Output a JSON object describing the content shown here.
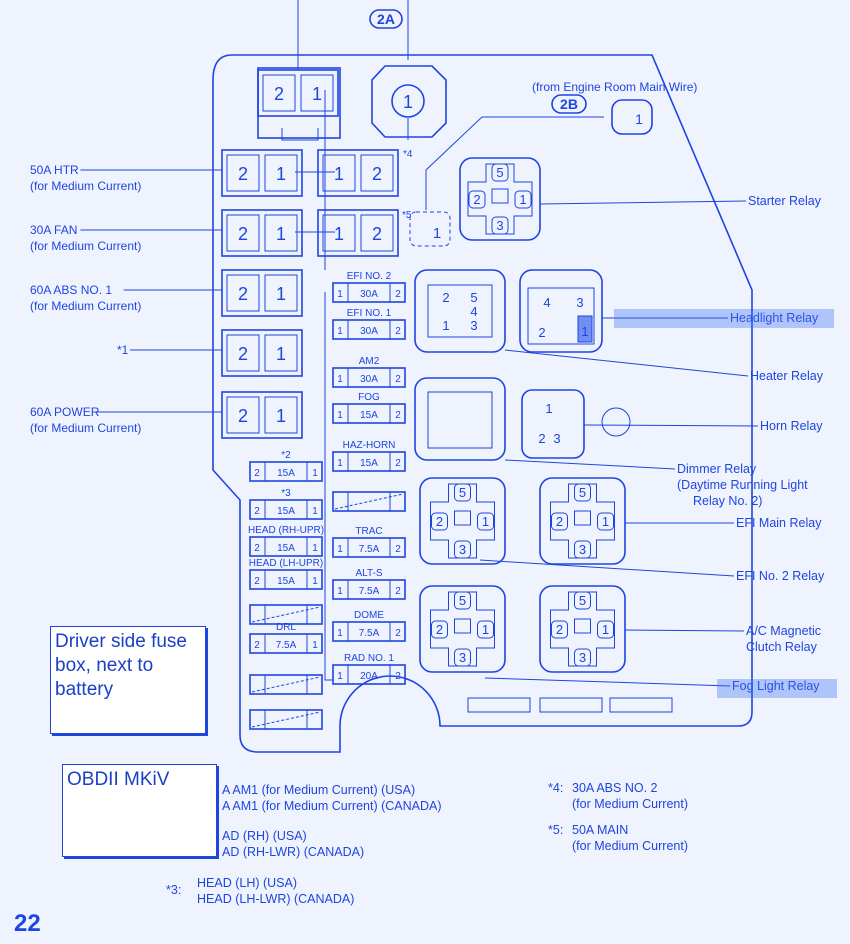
{
  "connectors": {
    "top": "2A",
    "side": "2B",
    "side_caption": "(from Engine Room Main Wire)",
    "pin": "1"
  },
  "left_labels": [
    {
      "name": "50A HTR",
      "sub": "(for Medium Current)"
    },
    {
      "name": "30A FAN",
      "sub": "(for Medium Current)"
    },
    {
      "name": "60A ABS NO. 1",
      "sub": "(for Medium Current)"
    },
    {
      "name": "*1",
      "sub": ""
    },
    {
      "name": "60A POWER",
      "sub": "(for Medium Current)"
    }
  ],
  "big_fuse_pins": [
    "2",
    "1"
  ],
  "star4": "*4",
  "star5": "*5",
  "right_fuses": [
    {
      "label": "EFI NO. 2",
      "amp": "30A"
    },
    {
      "label": "EFI NO. 1",
      "amp": "30A"
    },
    {
      "label": "AM2",
      "amp": "30A"
    },
    {
      "label": "FOG",
      "amp": "15A"
    },
    {
      "label": "HAZ-HORN",
      "amp": "15A"
    },
    {
      "label": "",
      "amp": ""
    },
    {
      "label": "TRAC",
      "amp": "7.5A"
    },
    {
      "label": "ALT-S",
      "amp": "7.5A"
    },
    {
      "label": "DOME",
      "amp": "7.5A"
    },
    {
      "label": "RAD NO. 1",
      "amp": "20A"
    }
  ],
  "left_fuses": [
    {
      "label": "*2",
      "amp": "15A"
    },
    {
      "label": "*3",
      "amp": "15A"
    },
    {
      "label": "HEAD (RH-UPR)",
      "amp": "15A"
    },
    {
      "label": "HEAD (LH-UPR)",
      "amp": "15A"
    },
    {
      "label": "",
      "amp": ""
    },
    {
      "label": "DRL",
      "amp": "7.5A"
    },
    {
      "label": "",
      "amp": ""
    },
    {
      "label": "",
      "amp": ""
    }
  ],
  "relays": [
    {
      "name": "Starter Relay"
    },
    {
      "name": "Headlight Relay"
    },
    {
      "name": "Heater Relay"
    },
    {
      "name": "Horn Relay"
    },
    {
      "name": "Dimmer Relay",
      "sub1": "(Daytime Running Light",
      "sub2": "Relay No. 2)"
    },
    {
      "name": "EFI Main Relay"
    },
    {
      "name": "EFI No. 2 Relay"
    },
    {
      "name": "A/C Magnetic",
      "sub1": "Clutch Relay"
    },
    {
      "name": "Fog Light Relay"
    }
  ],
  "notes": {
    "driver": "Driver side fuse box, next to battery",
    "model": "OBDII MKiV"
  },
  "footnotes": {
    "n1a": "A AM1 (for Medium Current) (USA)",
    "n1b": "A AM1 (for Medium Current) (CANADA)",
    "n2a": "AD (RH) (USA)",
    "n2b": "AD (RH-LWR) (CANADA)",
    "n3k": "*3:",
    "n3a": "HEAD (LH) (USA)",
    "n3b": "HEAD (LH-LWR) (CANADA)",
    "n4k": "*4:",
    "n4a": "30A ABS NO. 2",
    "n4b": "(for Medium Current)",
    "n5k": "*5:",
    "n5a": "50A MAIN",
    "n5b": "(for Medium Current)"
  },
  "page_number": "22",
  "colors": {
    "ink": "#1f45e0",
    "background": "#eef3fe",
    "highlight": "#3a6cf0"
  }
}
